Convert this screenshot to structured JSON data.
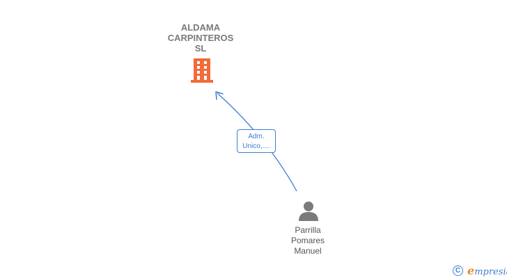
{
  "nodes": {
    "company": {
      "name": "ALDAMA\nCARPINTEROS\nSL",
      "icon": "building-icon",
      "color": "#f26b3a"
    },
    "person": {
      "name": "Parrilla\nPomares\nManuel",
      "icon": "person-icon",
      "color": "#7a7a7a"
    }
  },
  "edge": {
    "label": "Adm.\nUnico,....",
    "color": "#3d7ecf"
  },
  "brand": {
    "copyright_symbol": "C",
    "name_initial": "e",
    "name_rest": "mpresia"
  }
}
